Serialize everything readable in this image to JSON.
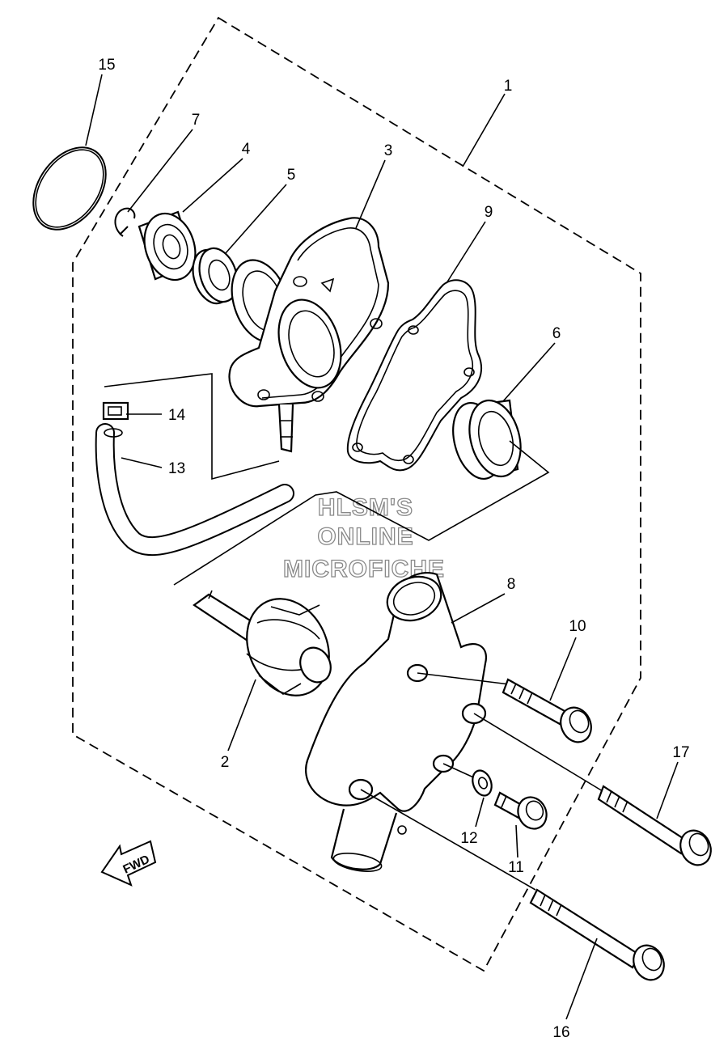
{
  "diagram": {
    "watermark": [
      "HLSM'S",
      "ONLINE",
      "MICROFICHE"
    ],
    "direction_arrow": "FWD",
    "callouts": [
      {
        "id": "15",
        "label": "15"
      },
      {
        "id": "7",
        "label": "7"
      },
      {
        "id": "4",
        "label": "4"
      },
      {
        "id": "5",
        "label": "5"
      },
      {
        "id": "3",
        "label": "3"
      },
      {
        "id": "1",
        "label": "1"
      },
      {
        "id": "9",
        "label": "9"
      },
      {
        "id": "6",
        "label": "6"
      },
      {
        "id": "14",
        "label": "14"
      },
      {
        "id": "13",
        "label": "13"
      },
      {
        "id": "8",
        "label": "8"
      },
      {
        "id": "10",
        "label": "10"
      },
      {
        "id": "2",
        "label": "2"
      },
      {
        "id": "17",
        "label": "17"
      },
      {
        "id": "12",
        "label": "12"
      },
      {
        "id": "11",
        "label": "11"
      },
      {
        "id": "16",
        "label": "16"
      }
    ]
  }
}
